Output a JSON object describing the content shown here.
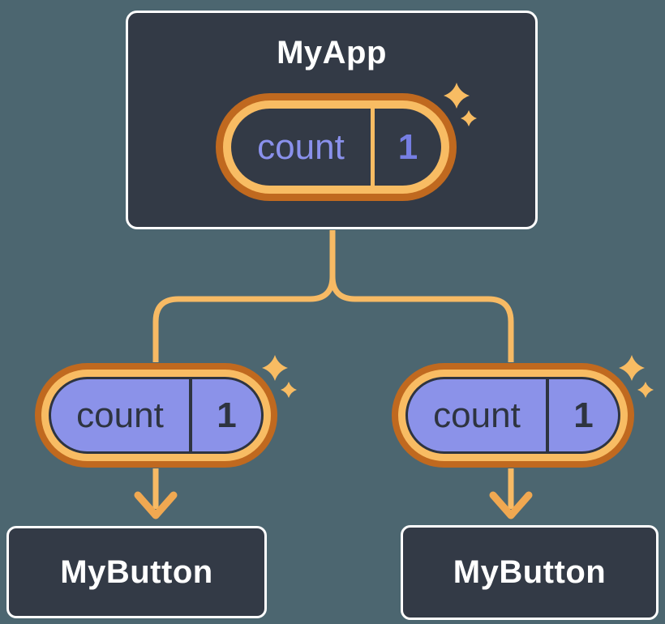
{
  "colors": {
    "background": "#4C6670",
    "surface_dark": "#333A46",
    "surface_border": "#FFFFFF",
    "ring_orange_dark": "#C0691F",
    "ring_orange_light": "#F8BC63",
    "connector_orange": "#F7BA64",
    "arrowhead_orange": "#F0A851",
    "state_pill_purple": "#8B92E9",
    "state_label_purple": "#8A91EC",
    "state_value_purple": "#767EE3",
    "dark_text": "#2E3440"
  },
  "icons": {
    "sparkle": "sparkle-icon"
  },
  "diagram": {
    "root": {
      "title": "MyApp",
      "state": {
        "label": "count",
        "value": "1"
      }
    },
    "children": [
      {
        "state": {
          "label": "count",
          "value": "1"
        },
        "component": {
          "title": "MyButton"
        }
      },
      {
        "state": {
          "label": "count",
          "value": "1"
        },
        "component": {
          "title": "MyButton"
        }
      }
    ]
  }
}
